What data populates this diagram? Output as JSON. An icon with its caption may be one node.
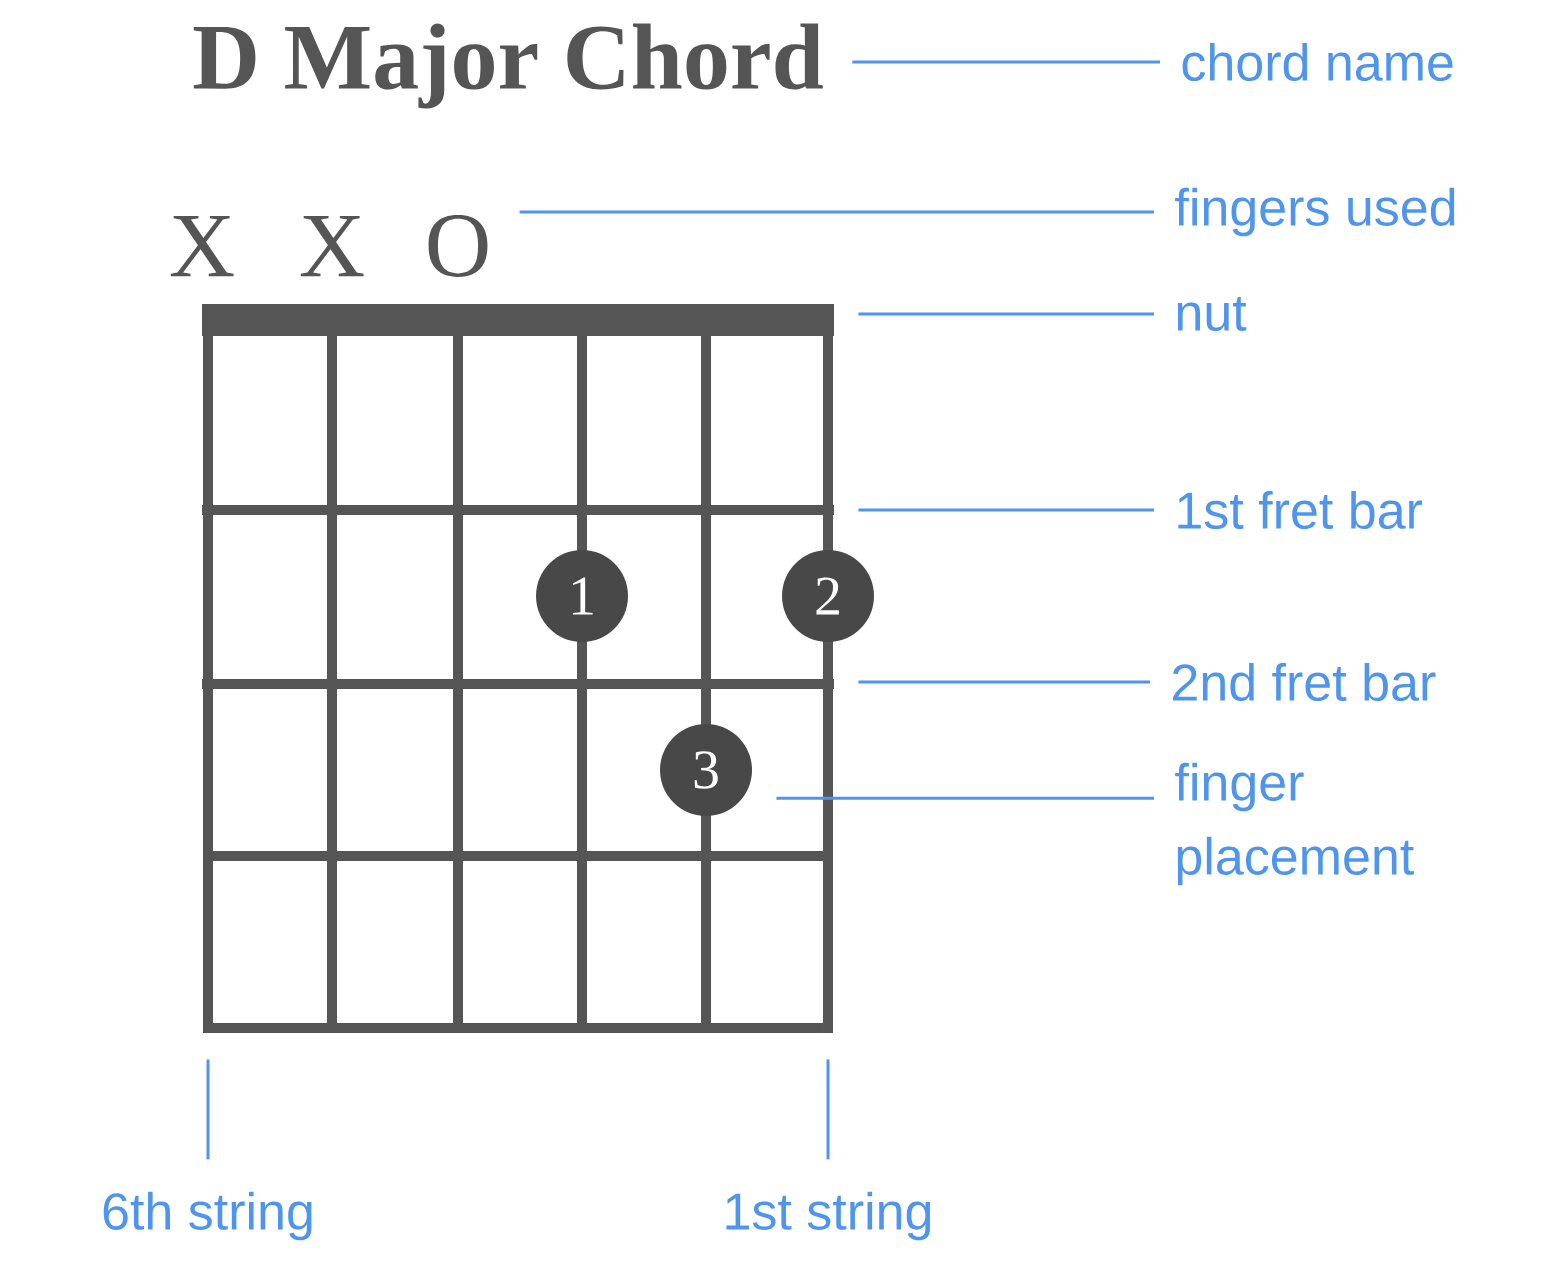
{
  "diagram": {
    "nodes": [
      {
        "text": [
          "D Major Chord"
        ]
      },
      {
        "text": [
          "chord name"
        ]
      },
      {
        "text": [
          "X"
        ]
      },
      {
        "text": [
          "X"
        ]
      },
      {
        "text": [
          "O"
        ]
      },
      {
        "text": [
          "fingers used"
        ]
      },
      {
        "text": [],
        "shape": "bar"
      },
      {
        "text": [
          "nut"
        ]
      },
      {
        "text": [],
        "shape": "bar"
      },
      {
        "text": [
          "1st fret bar"
        ]
      },
      {
        "text": [],
        "shape": "bar"
      },
      {
        "text": [
          "2nd fret bar"
        ]
      },
      {
        "text": [
          "1"
        ]
      },
      {
        "text": [
          "2"
        ]
      },
      {
        "text": [
          "3"
        ]
      },
      {
        "text": [
          "finger placement"
        ]
      },
      {
        "text": [],
        "shape": "bar"
      },
      {
        "text": [
          "6th string"
        ]
      },
      {
        "text": [],
        "shape": "bar"
      },
      {
        "text": [
          "1st string"
        ]
      }
    ],
    "edges": [
      {
        "from": 1,
        "to": 0,
        "arrow": "none"
      },
      {
        "from": 5,
        "to": 4,
        "arrow": "none"
      },
      {
        "from": 7,
        "to": 6,
        "arrow": "none"
      },
      {
        "from": 9,
        "to": 8,
        "arrow": "none"
      },
      {
        "from": 11,
        "to": 10,
        "arrow": "none"
      },
      {
        "from": 15,
        "to": 14,
        "arrow": "none"
      },
      {
        "from": 17,
        "to": 16,
        "arrow": "none"
      },
      {
        "from": 19,
        "to": 18,
        "arrow": "none"
      }
    ]
  }
}
